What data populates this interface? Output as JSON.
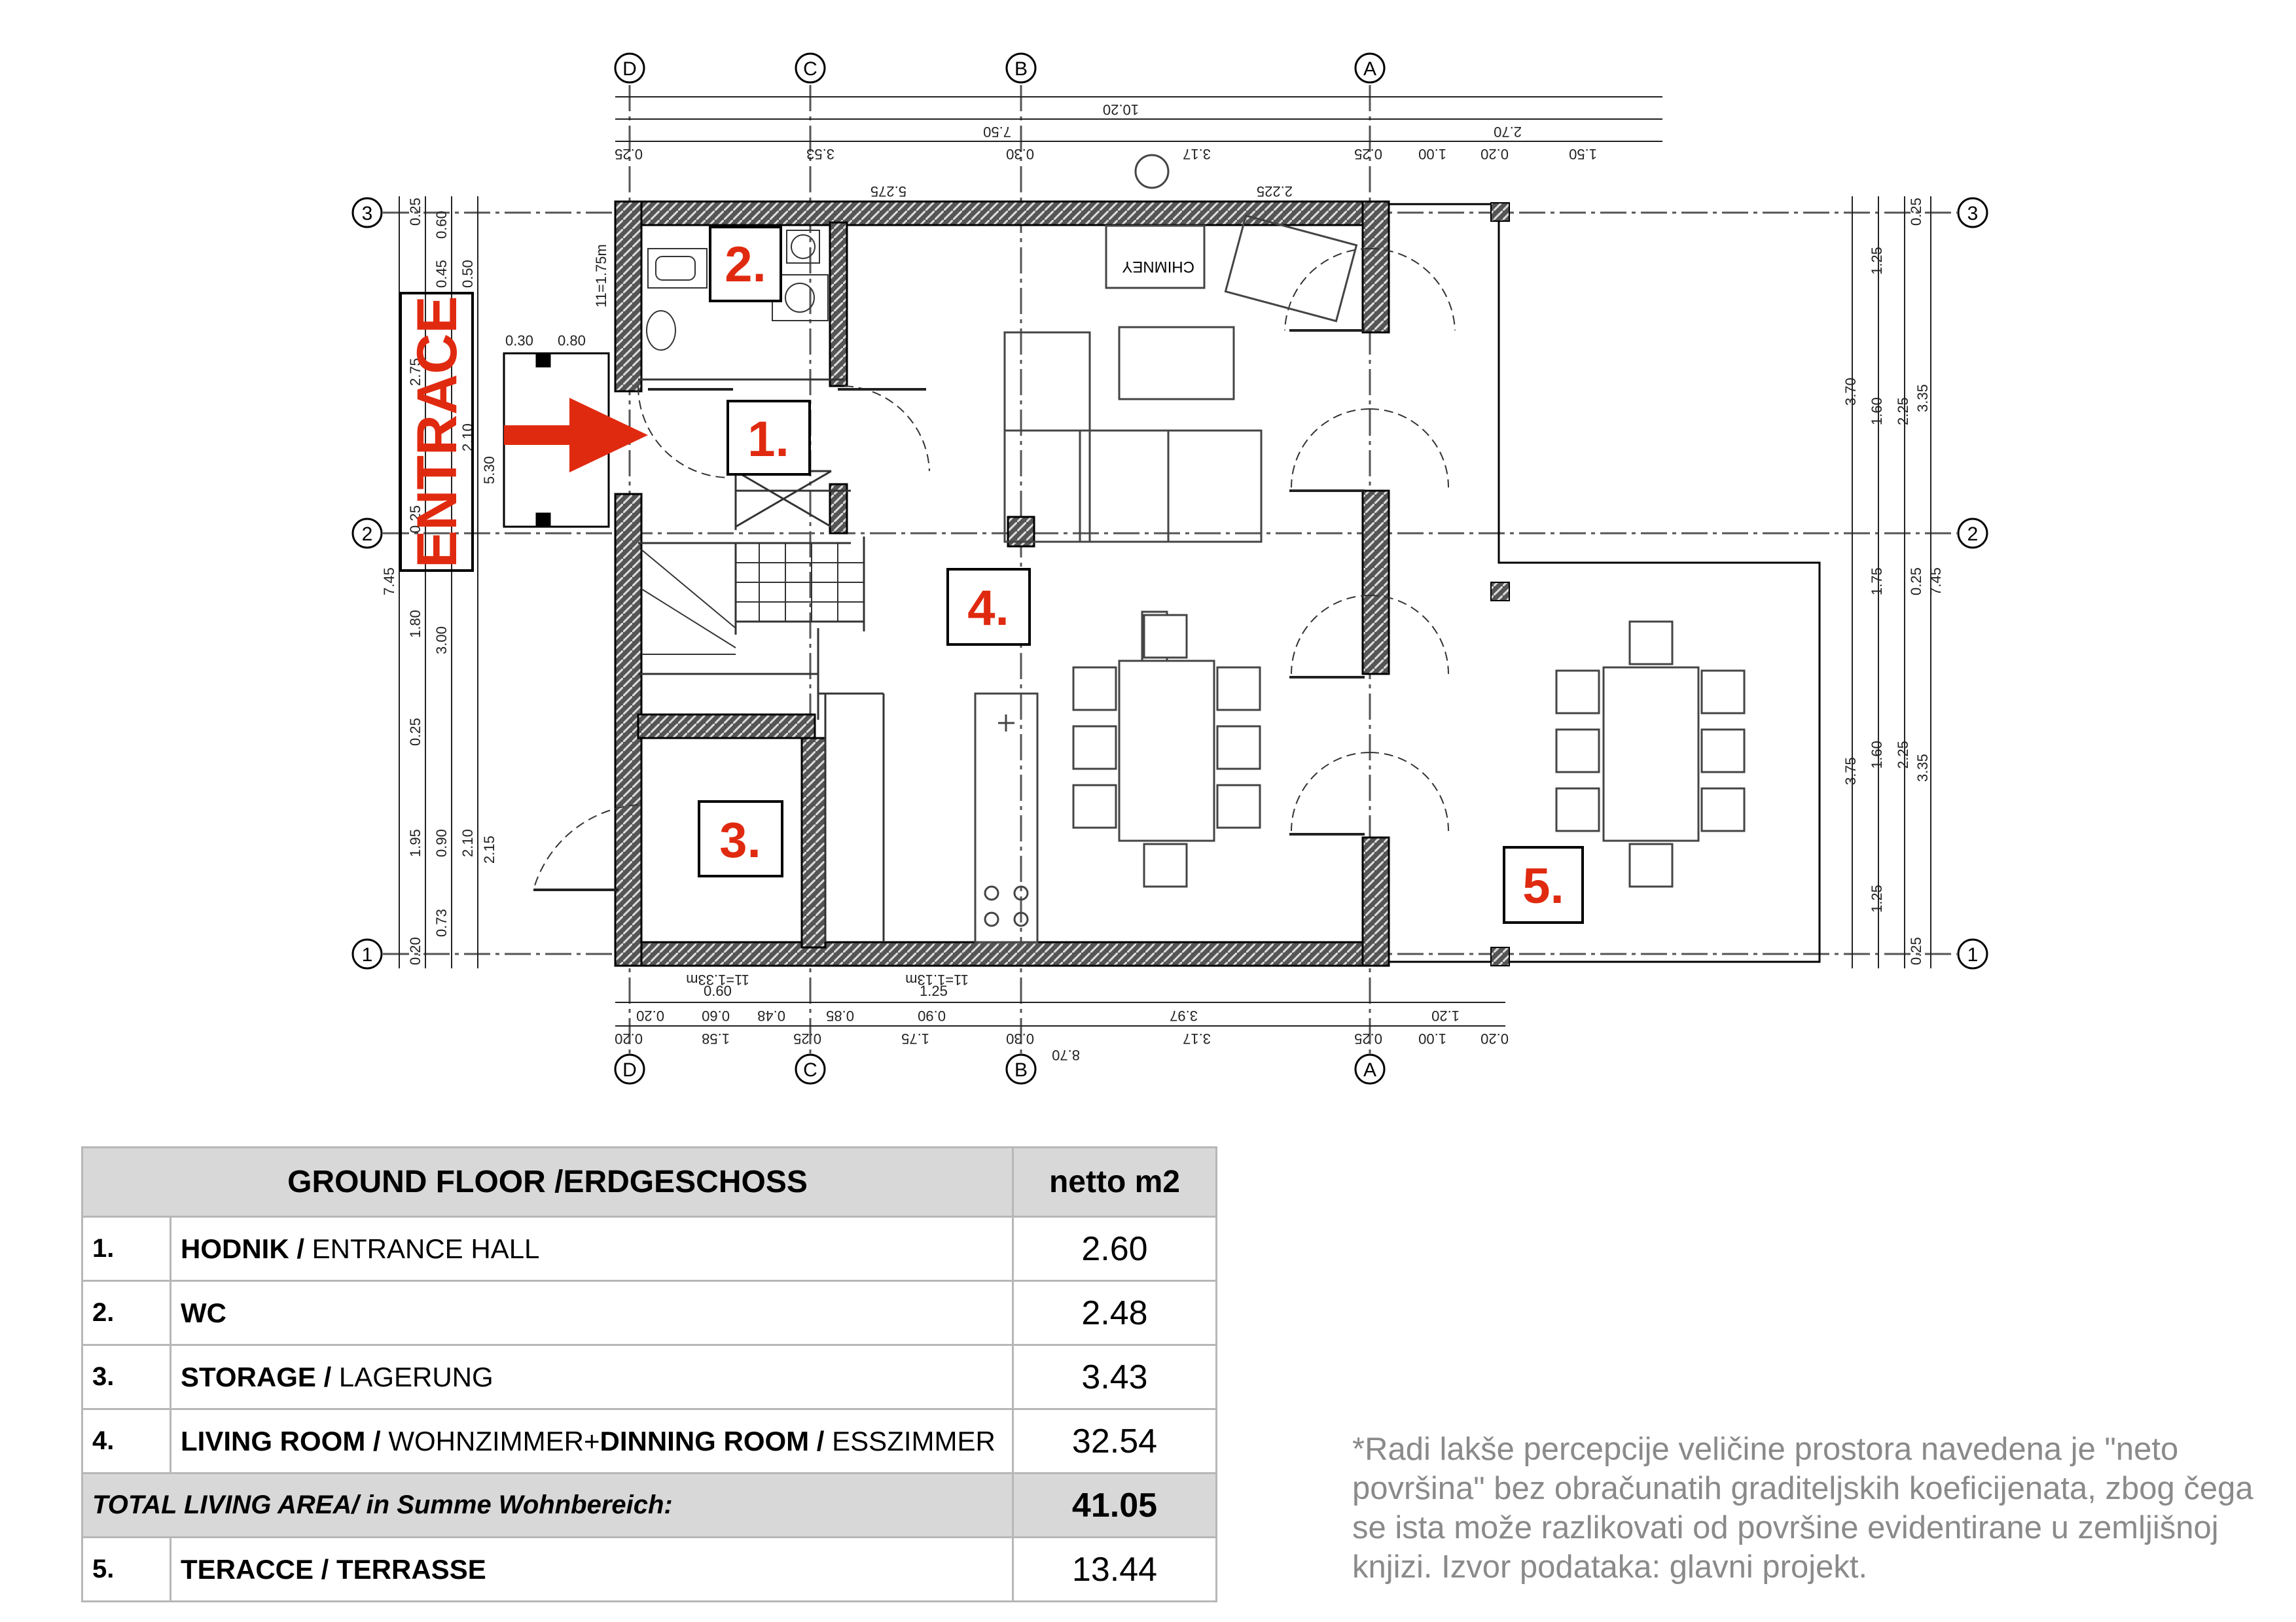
{
  "plan": {
    "axes_top": [
      "D",
      "C",
      "B",
      "A"
    ],
    "axes_side": [
      "3",
      "2",
      "1"
    ],
    "entrance_label": "ENTRACE",
    "chimney_label": "CHIMNEY",
    "room_markers": [
      "1.",
      "2.",
      "3.",
      "4.",
      "5."
    ],
    "accent_color": "#e02a10",
    "dims_top": [
      "10.20",
      "7.50",
      "2.70",
      "0.25",
      "3.53",
      "0.30",
      "3.17",
      "0.25",
      "1.00",
      "0.20",
      "1.50",
      "5.275",
      "2.225"
    ],
    "dims_bottom": [
      "0.20",
      "0.60",
      "0.48",
      "0.85",
      "0.90",
      "1.20",
      "3.97",
      "0.60",
      "1.25",
      "0.20",
      "1.58",
      "0.25",
      "1.75",
      "0.30",
      "3.17",
      "0.25",
      "1.00",
      "0.20",
      "8.70",
      "11=1.33m",
      "11=1.13m"
    ],
    "dims_left": [
      "7.45",
      "5.30",
      "2.15",
      "2.75",
      "2.10",
      "1.80",
      "3.00",
      "1.95",
      "2.10",
      "0.25",
      "0.60",
      "0.45",
      "0.50",
      "0.30",
      "0.80",
      "0.25",
      "0.90",
      "0.73",
      "0.20",
      "0.25",
      "11=1.75m"
    ],
    "dims_right": [
      "1.25",
      "3.70",
      "1.60",
      "2.25",
      "3.35",
      "7.45",
      "1.75",
      "0.25",
      "3.75",
      "1.60",
      "2.25",
      "3.35",
      "1.25",
      "0.25",
      "0.25"
    ]
  },
  "table": {
    "title": "GROUND FLOOR /ERDGESCHOSS",
    "unit_header": "netto m2",
    "rows": [
      {
        "num": "1.",
        "bold": "HODNIK /",
        "regular": " ENTRANCE HALL",
        "value": "2.60"
      },
      {
        "num": "2.",
        "bold": "WC",
        "regular": "",
        "value": "2.48"
      },
      {
        "num": "3.",
        "bold": "STORAGE /",
        "regular": " LAGERUNG",
        "value": "3.43"
      },
      {
        "num": "4.",
        "bold": "LIVING ROOM /",
        "regular": " WOHNZIMMER+",
        "bold2": "DINNING ROOM /",
        "regular2": " ESSZIMMER",
        "value": "32.54"
      }
    ],
    "total": {
      "label": "TOTAL LIVING AREA/ in Summe Wohnbereich:",
      "value": "41.05"
    },
    "terrace": {
      "num": "5.",
      "bold": "TERACCE / TERRASSE",
      "value": "13.44"
    }
  },
  "note": "*Radi lakše percepcije veličine prostora navedena je \"neto površina\" bez obračunatih graditeljskih koeficijenata, zbog čega se ista može razlikovati od površine evidentirane u zemljišnoj knjizi. Izvor podataka: glavni projekt."
}
